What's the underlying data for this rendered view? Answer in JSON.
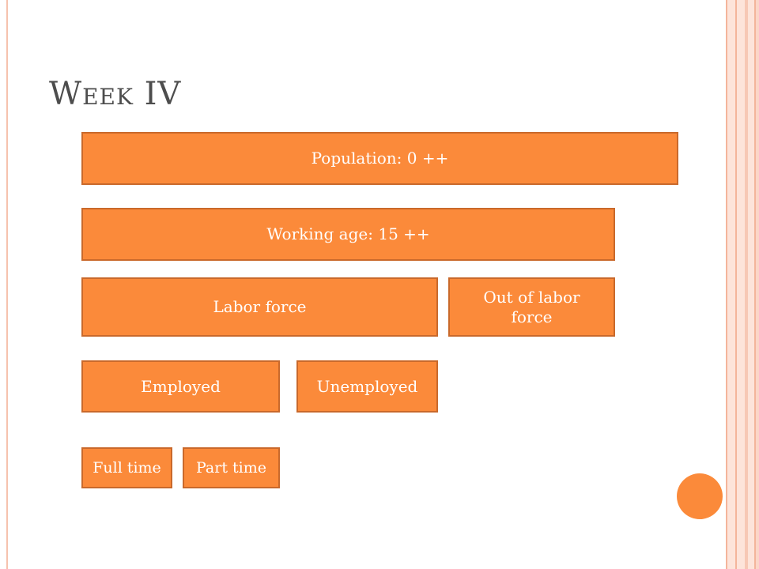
{
  "slide": {
    "title": "Week IV"
  },
  "diagram": {
    "population": "Population: 0 ++",
    "working_age": "Working age: 15 ++",
    "labor_force": "Labor force",
    "out_of_labor_force": "Out of labor force",
    "employed": "Employed",
    "unemployed": "Unemployed",
    "full_time": "Full time",
    "part_time": "Part time"
  },
  "colors": {
    "box_fill": "#fb8a3a",
    "box_border": "#c9692b",
    "title_text": "#4d4d4d",
    "frame_accent": "#f4b59b"
  }
}
